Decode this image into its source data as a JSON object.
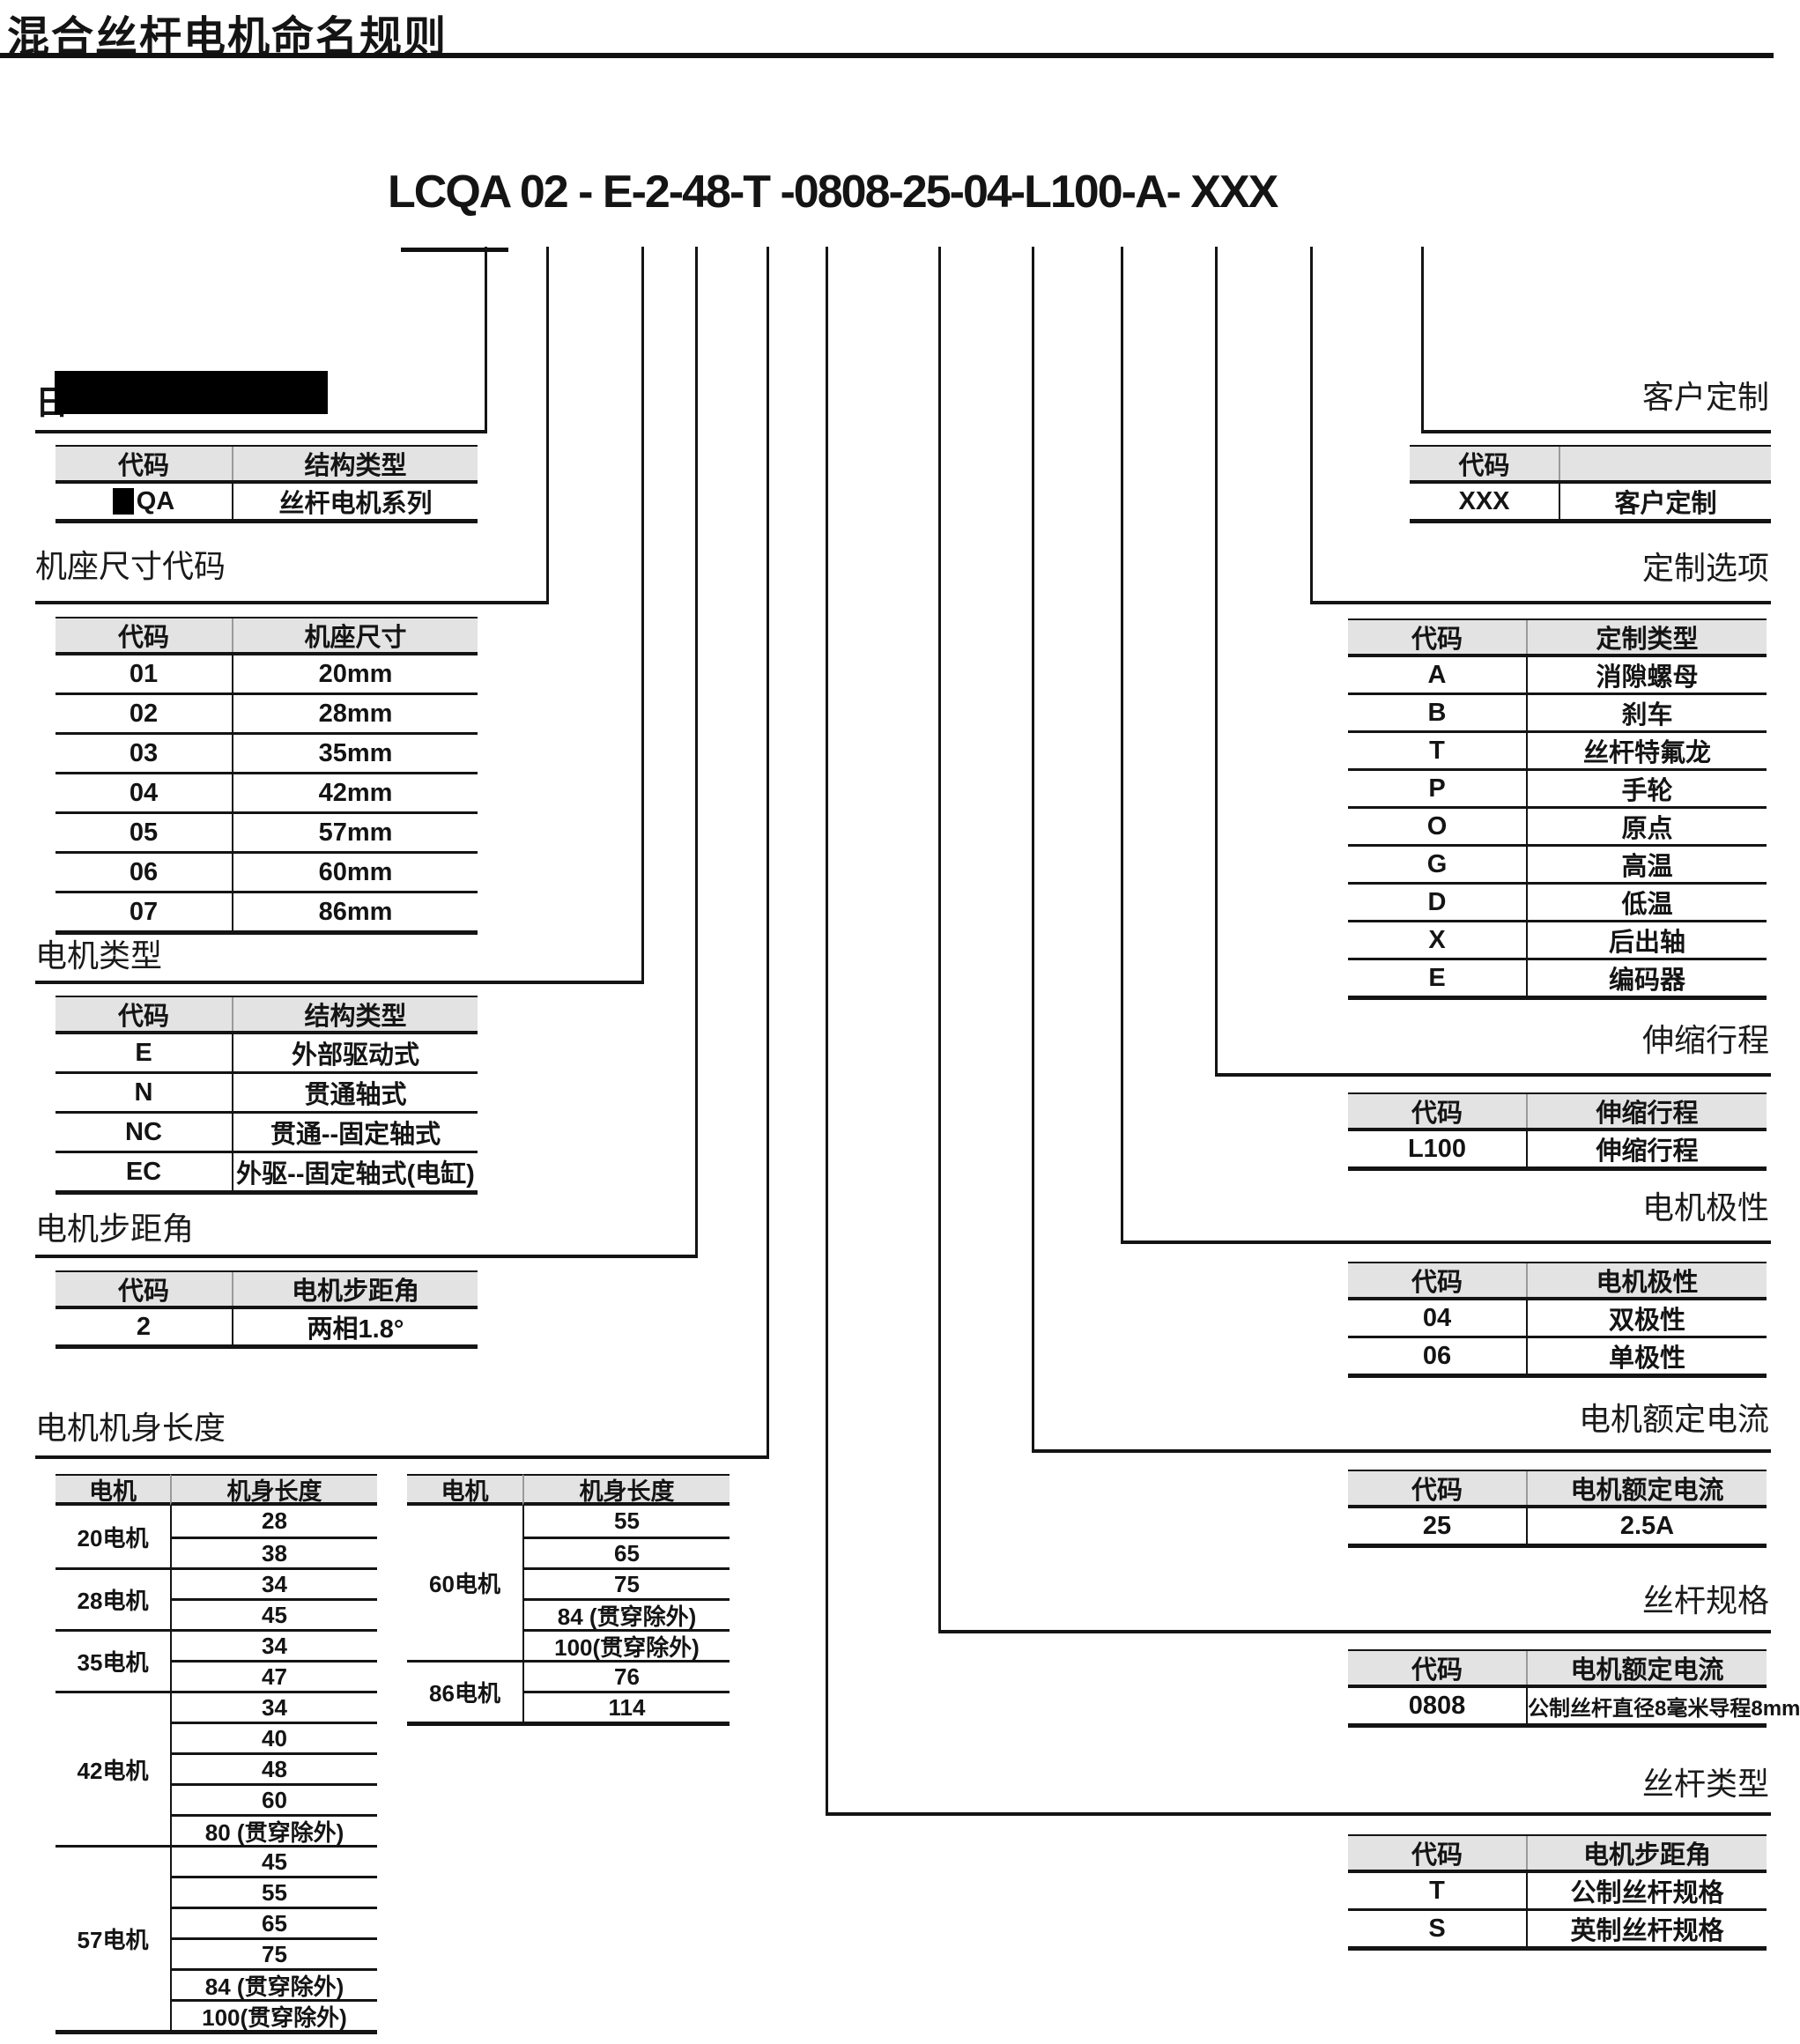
{
  "title": "混合丝杆电机命名规则",
  "model": {
    "full": "LCQA 02 - E-2-48-T -0808-25-04-L100-A- XXX"
  },
  "redacted_label": {
    "fragment": "日"
  },
  "left_sections": {
    "series": {
      "table": {
        "headers": [
          "代码",
          "结构类型"
        ],
        "rows": [
          {
            "code": "QA",
            "code_redacted": true,
            "label": "丝杆电机系列"
          }
        ]
      }
    },
    "frame_size": {
      "label": "机座尺寸代码",
      "table": {
        "headers": [
          "代码",
          "机座尺寸"
        ],
        "rows": [
          {
            "code": "01",
            "label": "20mm"
          },
          {
            "code": "02",
            "label": "28mm"
          },
          {
            "code": "03",
            "label": "35mm"
          },
          {
            "code": "04",
            "label": "42mm"
          },
          {
            "code": "05",
            "label": "57mm"
          },
          {
            "code": "06",
            "label": "60mm"
          },
          {
            "code": "07",
            "label": "86mm"
          }
        ]
      }
    },
    "motor_type": {
      "label": "电机类型",
      "table": {
        "headers": [
          "代码",
          "结构类型"
        ],
        "rows": [
          {
            "code": "E",
            "label": "外部驱动式"
          },
          {
            "code": "N",
            "label": "贯通轴式"
          },
          {
            "code": "NC",
            "label": "贯通--固定轴式"
          },
          {
            "code": "EC",
            "label": "外驱--固定轴式(电缸)"
          }
        ]
      }
    },
    "step_angle": {
      "label": "电机步距角",
      "table": {
        "headers": [
          "代码",
          "电机步距角"
        ],
        "rows": [
          {
            "code": "2",
            "label": "两相1.8°"
          }
        ]
      }
    },
    "body_length": {
      "label": "电机机身长度",
      "left_table": {
        "headers": [
          "电机",
          "机身长度"
        ],
        "groups": [
          {
            "motor": "20电机",
            "lengths": [
              "28",
              "38"
            ]
          },
          {
            "motor": "28电机",
            "lengths": [
              "34",
              "45"
            ]
          },
          {
            "motor": "35电机",
            "lengths": [
              "34",
              "47"
            ]
          },
          {
            "motor": "42电机",
            "lengths": [
              "34",
              "40",
              "48",
              "60",
              "80 (贯穿除外)"
            ]
          },
          {
            "motor": "57电机",
            "lengths": [
              "45",
              "55",
              "65",
              "75",
              "84 (贯穿除外)",
              "100(贯穿除外)"
            ]
          }
        ]
      },
      "right_table": {
        "headers": [
          "电机",
          "机身长度"
        ],
        "groups": [
          {
            "motor": "60电机",
            "lengths": [
              "55",
              "65",
              "75",
              "84 (贯穿除外)",
              "100(贯穿除外)"
            ]
          },
          {
            "motor": "86电机",
            "lengths": [
              "76",
              "114"
            ]
          }
        ]
      }
    }
  },
  "right_sections": {
    "custom": {
      "label": "客户定制",
      "table": {
        "headers": [
          "代码",
          ""
        ],
        "rows": [
          {
            "code": "XXX",
            "label": "客户定制"
          }
        ]
      }
    },
    "custom_options": {
      "label": "定制选项",
      "table": {
        "headers": [
          "代码",
          "定制类型"
        ],
        "rows": [
          {
            "code": "A",
            "label": "消隙螺母"
          },
          {
            "code": "B",
            "label": "刹车"
          },
          {
            "code": "T",
            "label": "丝杆特氟龙"
          },
          {
            "code": "P",
            "label": "手轮"
          },
          {
            "code": "O",
            "label": "原点"
          },
          {
            "code": "G",
            "label": "高温"
          },
          {
            "code": "D",
            "label": "低温"
          },
          {
            "code": "X",
            "label": "后出轴"
          },
          {
            "code": "E",
            "label": "编码器"
          }
        ]
      }
    },
    "stroke": {
      "label": "伸缩行程",
      "table": {
        "headers": [
          "代码",
          "伸缩行程"
        ],
        "rows": [
          {
            "code": "L100",
            "label": "伸缩行程"
          }
        ]
      }
    },
    "polarity": {
      "label": "电机极性",
      "table": {
        "headers": [
          "代码",
          "电机极性"
        ],
        "rows": [
          {
            "code": "04",
            "label": "双极性"
          },
          {
            "code": "06",
            "label": "单极性"
          }
        ]
      }
    },
    "rated_current": {
      "label": "电机额定电流",
      "table": {
        "headers": [
          "代码",
          "电机额定电流"
        ],
        "rows": [
          {
            "code": "25",
            "label": "2.5A"
          }
        ]
      }
    },
    "screw_spec": {
      "label": "丝杆规格",
      "table": {
        "headers": [
          "代码",
          "电机额定电流"
        ],
        "rows": [
          {
            "code": "0808",
            "label": "公制丝杆直径8毫米导程8mm"
          }
        ]
      }
    },
    "screw_type": {
      "label": "丝杆类型",
      "table": {
        "headers": [
          "代码",
          "电机步距角"
        ],
        "rows": [
          {
            "code": "T",
            "label": "公制丝杆规格"
          },
          {
            "code": "S",
            "label": "英制丝杆规格"
          }
        ]
      }
    }
  },
  "connectors": [
    {
      "segment": "LCQA",
      "target": "series",
      "x": 551,
      "turn_y": 488,
      "side": "left"
    },
    {
      "segment": "02",
      "target": "frame_size",
      "x": 621,
      "turn_y": 682,
      "side": "left"
    },
    {
      "segment": "E",
      "target": "motor_type",
      "x": 729,
      "turn_y": 1113,
      "side": "left"
    },
    {
      "segment": "2",
      "target": "step_angle",
      "x": 790,
      "turn_y": 1424,
      "side": "left"
    },
    {
      "segment": "48",
      "target": "body_length",
      "x": 871,
      "turn_y": 1652,
      "side": "left"
    },
    {
      "segment": "T",
      "target": "screw_type",
      "x": 938,
      "turn_y": 2057,
      "side": "right"
    },
    {
      "segment": "0808",
      "target": "screw_spec",
      "x": 1066,
      "turn_y": 1850,
      "side": "right"
    },
    {
      "segment": "25",
      "target": "rated_current",
      "x": 1172,
      "turn_y": 1645,
      "side": "right"
    },
    {
      "segment": "04",
      "target": "polarity",
      "x": 1273,
      "turn_y": 1408,
      "side": "right"
    },
    {
      "segment": "L100",
      "target": "stroke",
      "x": 1380,
      "turn_y": 1218,
      "side": "right"
    },
    {
      "segment": "A",
      "target": "custom_options",
      "x": 1488,
      "turn_y": 682,
      "side": "right"
    },
    {
      "segment": "XXX",
      "target": "custom",
      "x": 1614,
      "turn_y": 488,
      "side": "right"
    }
  ],
  "colors": {
    "header_bg": "#e3e3e3",
    "line": "#141414",
    "redaction": "#000000"
  }
}
